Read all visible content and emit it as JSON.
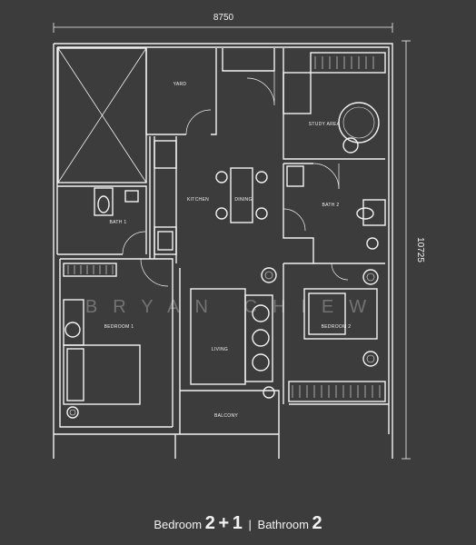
{
  "dimensions": {
    "width": "8750",
    "height": "10725"
  },
  "rooms": {
    "yard": "YARD",
    "study_area": "STUDY AREA",
    "kitchen": "KITCHEN",
    "dining": "DINING",
    "bath_1": "BATH 1",
    "bath_2": "BATH 2",
    "bedroom_1": "BEDROOM 1",
    "bedroom_2": "BEDROOM 2",
    "living": "LIVING",
    "balcony": "BALCONY"
  },
  "watermark": "BRYAN CHIEW",
  "summary": {
    "bedroom_label": "Bedroom",
    "bedroom_count": "2",
    "plus": "+",
    "extra_count": "1",
    "separator": "|",
    "bathroom_label": "Bathroom",
    "bathroom_count": "2"
  },
  "colors": {
    "background": "#3c3c3c",
    "linework": "#f2f2f2"
  }
}
